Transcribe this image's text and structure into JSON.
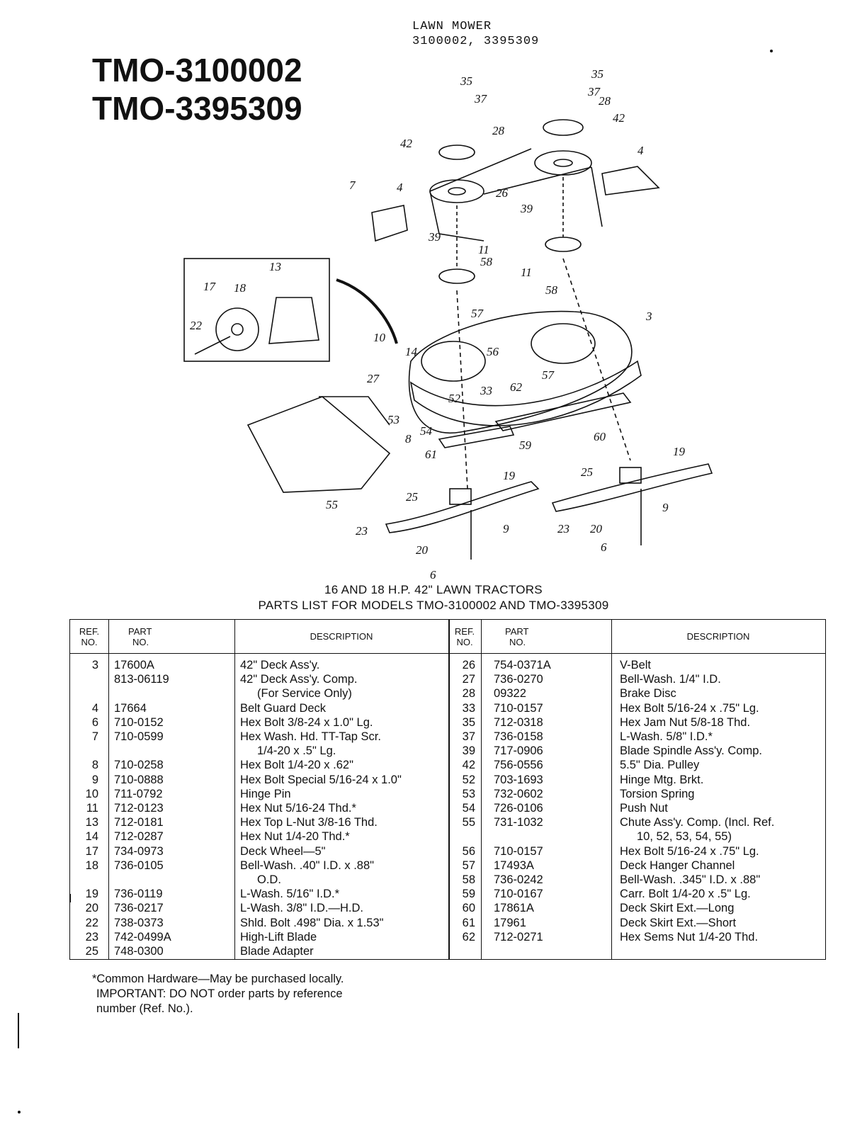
{
  "header": {
    "line1": "LAWN MOWER",
    "line2": "3100002, 3395309"
  },
  "models": [
    "TMO-3100002",
    "TMO-3395309"
  ],
  "diagram_callouts": [
    "35",
    "37",
    "28",
    "42",
    "26",
    "4",
    "7",
    "39",
    "11",
    "58",
    "13",
    "17",
    "18",
    "22",
    "10",
    "14",
    "27",
    "57",
    "56",
    "3",
    "52",
    "33",
    "62",
    "53",
    "8",
    "54",
    "61",
    "59",
    "60",
    "55",
    "25",
    "19",
    "23",
    "9",
    "20",
    "6"
  ],
  "captions": {
    "line1": "16 AND 18 H.P. 42\" LAWN TRACTORS",
    "line2": "PARTS LIST FOR MODELS TMO-3100002 AND TMO-3395309"
  },
  "table": {
    "headers": {
      "ref_line1": "REF.",
      "ref_line2": "NO.",
      "part_line1": "PART",
      "part_line2": "NO.",
      "description": "DESCRIPTION"
    },
    "left_rows": [
      {
        "ref": "3",
        "part": "17600A",
        "desc": "42\" Deck Ass'y."
      },
      {
        "ref": "",
        "part": "813-06119",
        "desc": "42\" Deck Ass'y. Comp."
      },
      {
        "ref": "",
        "part": "",
        "desc": "(For Service Only)",
        "indent": true
      },
      {
        "ref": "4",
        "part": "17664",
        "desc": "Belt Guard Deck"
      },
      {
        "ref": "6",
        "part": "710-0152",
        "desc": "Hex Bolt 3/8-24 x 1.0\" Lg."
      },
      {
        "ref": "7",
        "part": "710-0599",
        "desc": "Hex Wash. Hd. TT-Tap Scr."
      },
      {
        "ref": "",
        "part": "",
        "desc": "1/4-20 x .5\" Lg.",
        "indent": true
      },
      {
        "ref": "8",
        "part": "710-0258",
        "desc": "Hex Bolt 1/4-20 x .62\""
      },
      {
        "ref": "9",
        "part": "710-0888",
        "desc": "Hex Bolt Special 5/16-24 x 1.0\""
      },
      {
        "ref": "10",
        "part": "711-0792",
        "desc": "Hinge Pin"
      },
      {
        "ref": "11",
        "part": "712-0123",
        "desc": "Hex Nut 5/16-24 Thd.*"
      },
      {
        "ref": "13",
        "part": "712-0181",
        "desc": "Hex Top L-Nut 3/8-16 Thd."
      },
      {
        "ref": "14",
        "part": "712-0287",
        "desc": "Hex Nut 1/4-20 Thd.*"
      },
      {
        "ref": "17",
        "part": "734-0973",
        "desc": "Deck Wheel—5\""
      },
      {
        "ref": "18",
        "part": "736-0105",
        "desc": "Bell-Wash. .40\" I.D. x .88\""
      },
      {
        "ref": "",
        "part": "",
        "desc": "O.D.",
        "indent": true
      },
      {
        "ref": "19",
        "part": "736-0119",
        "desc": "L-Wash. 5/16\" I.D.*"
      },
      {
        "ref": "20",
        "part": "736-0217",
        "desc": "L-Wash. 3/8\" I.D.—H.D."
      },
      {
        "ref": "22",
        "part": "738-0373",
        "desc": "Shld. Bolt .498\" Dia. x 1.53\""
      },
      {
        "ref": "23",
        "part": "742-0499A",
        "desc": "High-Lift Blade"
      },
      {
        "ref": "25",
        "part": "748-0300",
        "desc": "Blade Adapter"
      }
    ],
    "right_rows": [
      {
        "ref": "26",
        "part": "754-0371A",
        "desc": "V-Belt"
      },
      {
        "ref": "27",
        "part": "736-0270",
        "desc": "Bell-Wash. 1/4\" I.D."
      },
      {
        "ref": "28",
        "part": "09322",
        "desc": "Brake Disc"
      },
      {
        "ref": "33",
        "part": "710-0157",
        "desc": "Hex Bolt 5/16-24 x .75\" Lg."
      },
      {
        "ref": "35",
        "part": "712-0318",
        "desc": "Hex Jam Nut 5/8-18 Thd."
      },
      {
        "ref": "37",
        "part": "736-0158",
        "desc": "L-Wash. 5/8\" I.D.*"
      },
      {
        "ref": "39",
        "part": "717-0906",
        "desc": "Blade Spindle Ass'y. Comp."
      },
      {
        "ref": "42",
        "part": "756-0556",
        "desc": "5.5\" Dia. Pulley"
      },
      {
        "ref": "52",
        "part": "703-1693",
        "desc": "Hinge Mtg. Brkt."
      },
      {
        "ref": "53",
        "part": "732-0602",
        "desc": "Torsion Spring"
      },
      {
        "ref": "54",
        "part": "726-0106",
        "desc": "Push Nut"
      },
      {
        "ref": "55",
        "part": "731-1032",
        "desc": "Chute Ass'y. Comp. (Incl. Ref."
      },
      {
        "ref": "",
        "part": "",
        "desc": "10, 52, 53, 54, 55)",
        "indent": true
      },
      {
        "ref": "56",
        "part": "710-0157",
        "desc": "Hex Bolt 5/16-24 x .75\" Lg."
      },
      {
        "ref": "57",
        "part": "17493A",
        "desc": "Deck Hanger Channel"
      },
      {
        "ref": "58",
        "part": "736-0242",
        "desc": "Bell-Wash. .345\" I.D. x .88\""
      },
      {
        "ref": "59",
        "part": "710-0167",
        "desc": "Carr. Bolt 1/4-20 x .5\" Lg."
      },
      {
        "ref": "60",
        "part": "17861A",
        "desc": "Deck Skirt Ext.—Long"
      },
      {
        "ref": "61",
        "part": "17961",
        "desc": "Deck Skirt Ext.—Short"
      },
      {
        "ref": "62",
        "part": "712-0271",
        "desc": "Hex Sems Nut 1/4-20 Thd."
      }
    ]
  },
  "footnote": {
    "line1": "*Common Hardware—May be purchased locally.",
    "line2": "IMPORTANT: DO NOT order parts by reference",
    "line3": "number (Ref. No.)."
  }
}
